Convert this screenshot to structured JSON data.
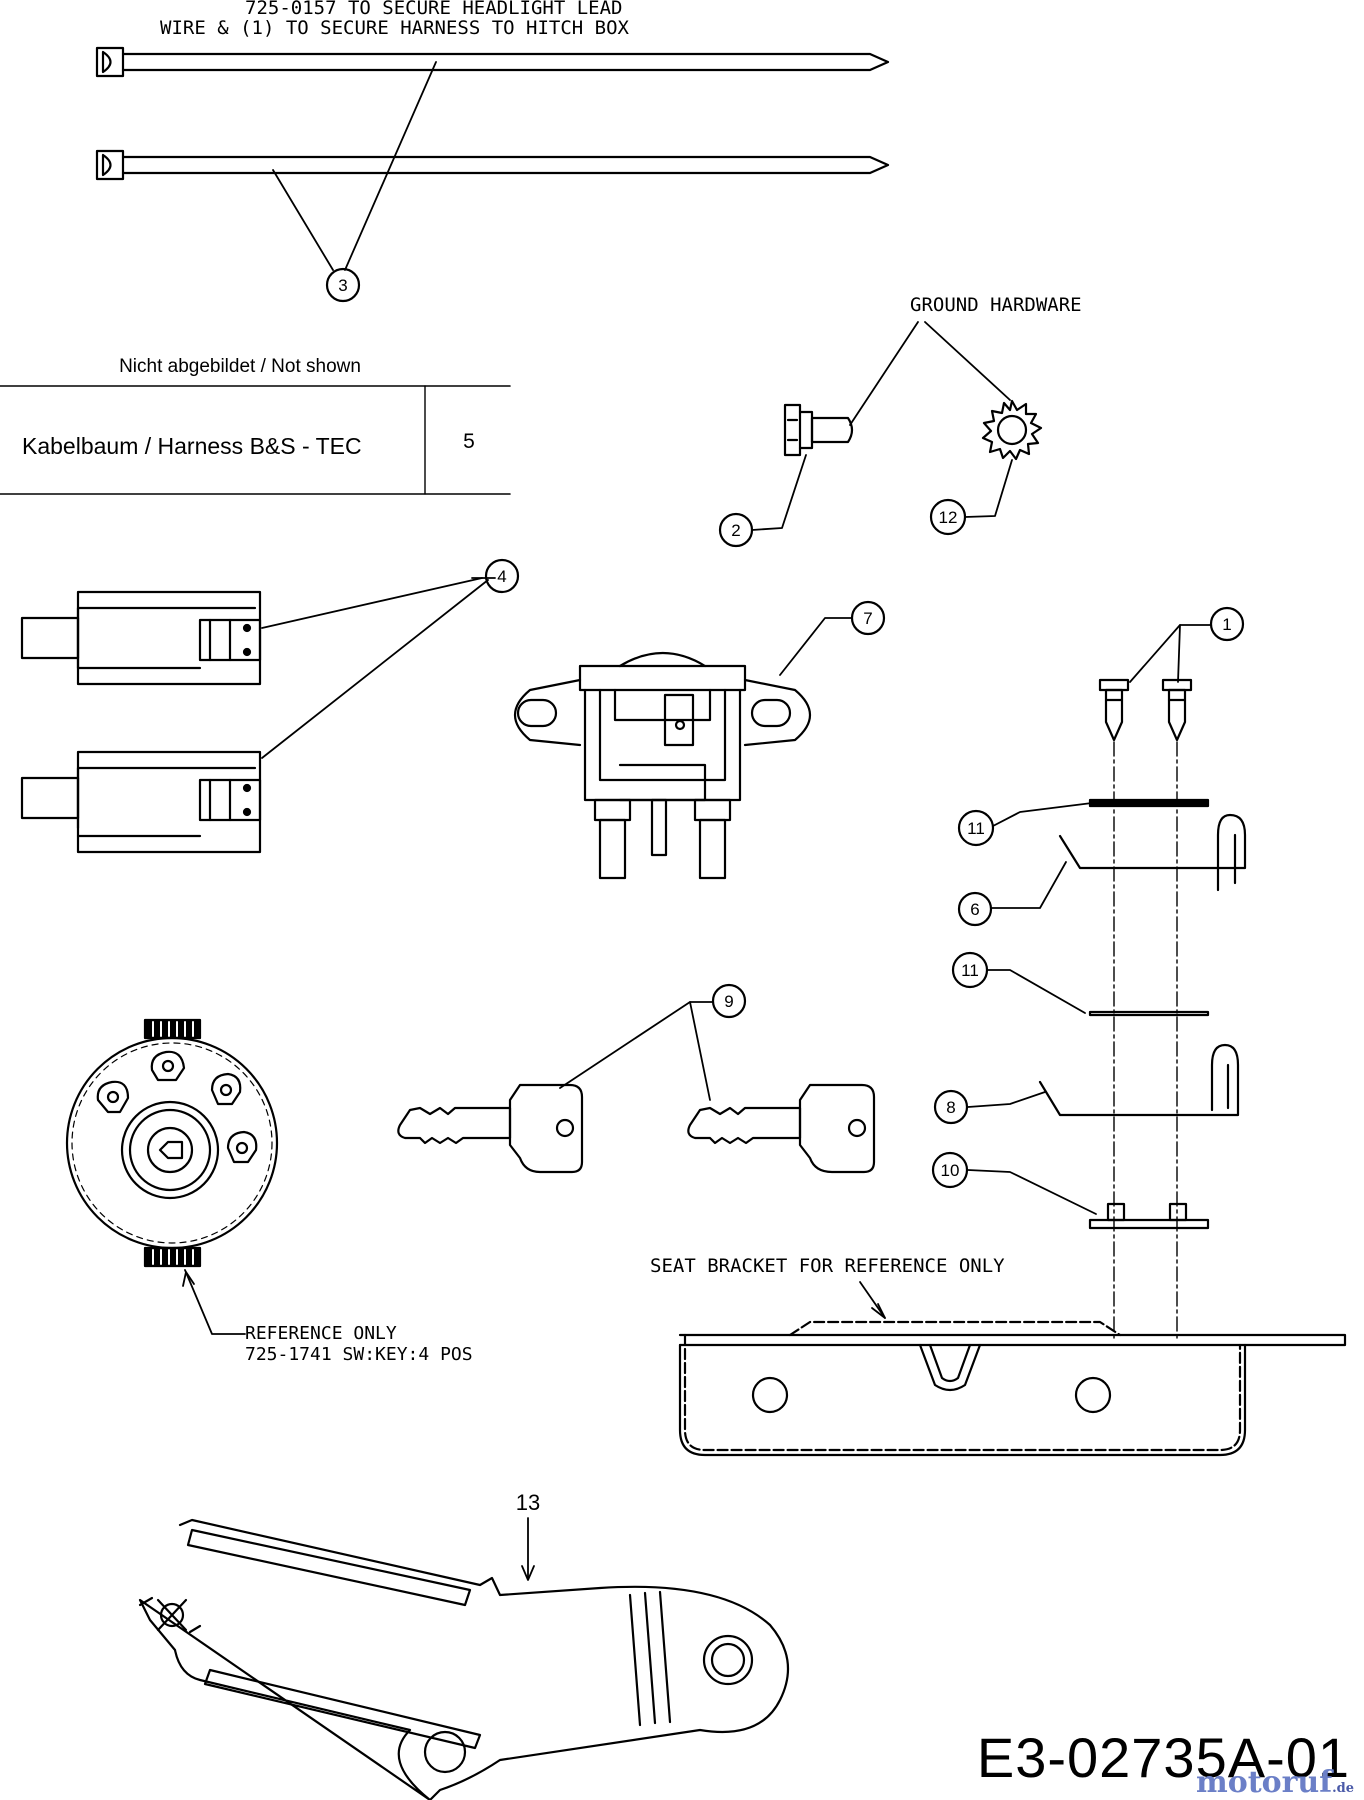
{
  "notes": {
    "cable_tie_line1": "725-0157 TO SECURE HEADLIGHT LEAD",
    "cable_tie_line2": "WIRE & (1) TO SECURE HARNESS TO HITCH BOX",
    "ground_hardware": "GROUND HARDWARE",
    "seat_bracket": "SEAT BRACKET FOR REFERENCE ONLY",
    "ref_only_line1": "REFERENCE ONLY",
    "ref_only_line2": "725-1741 SW:KEY:4 POS"
  },
  "not_shown_table": {
    "caption": "Nicht abgebildet / Not shown",
    "row_label": "Kabelbaum / Harness  B&S - TEC",
    "row_number": "5"
  },
  "callouts": {
    "c1": "1",
    "c2": "2",
    "c3": "3",
    "c4": "4",
    "c6": "6",
    "c7": "7",
    "c8": "8",
    "c9": "9",
    "c10": "10",
    "c11a": "11",
    "c11b": "11",
    "c12": "12",
    "c13": "13"
  },
  "drawing_number": "E3-02735A-01",
  "watermark": {
    "name": "motoruf",
    "tld": ".de"
  }
}
